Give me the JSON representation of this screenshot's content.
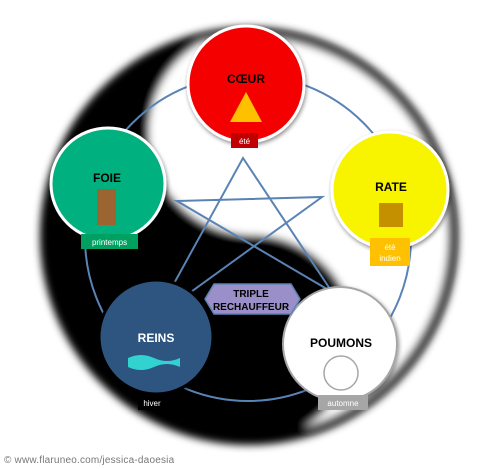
{
  "elements": {
    "coeur": {
      "label": "CŒUR",
      "season": "été",
      "color": "#f40000",
      "shape": "triangle"
    },
    "foie": {
      "label": "FOIE",
      "season": "printemps",
      "color": "#00b07e",
      "shape": "rectangle"
    },
    "rate": {
      "label": "RATE",
      "season_line1": "été",
      "season_line2": "indien",
      "color": "#f8f400",
      "shape": "square"
    },
    "reins": {
      "label": "REINS",
      "season": "hiver",
      "color": "#2f5580",
      "shape": "wave"
    },
    "poumons": {
      "label": "POUMONS",
      "season": "automne",
      "color": "#ffffff",
      "shape": "circle"
    }
  },
  "center": {
    "label_line1": "TRIPLE",
    "label_line2": "RECHAUFFEUR",
    "color": "#9a8fc8"
  },
  "colors": {
    "yin": "#000000",
    "yang": "#ffffff",
    "cycle_line": "#5a83b5",
    "triangle": "#ffc000",
    "foie_symbol": "#9c6431",
    "rate_symbol": "#c49000",
    "wave": "#32d2d0",
    "season_coeur": "#c00000",
    "season_foie": "#00a060",
    "season_rate": "#ffc000",
    "season_reins": "#000000",
    "season_poumons": "#a6a6a6"
  },
  "watermark": "© www.flaruneo.com/jessica-daoesia"
}
